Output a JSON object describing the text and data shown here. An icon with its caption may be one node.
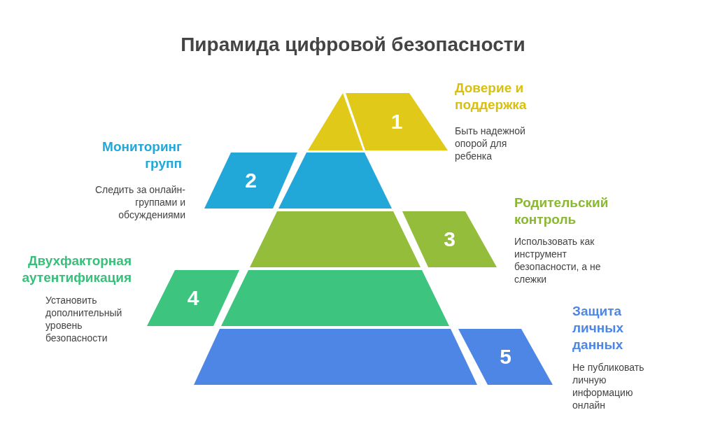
{
  "diagram": {
    "title": "Пирамида цифровой безопасности",
    "nodes": [
      {
        "text": [],
        "shape": "triangle"
      },
      {
        "text": [
          "1"
        ],
        "beside": [
          "Доверие и поддержка",
          "Быть надежной опорой для ребенка"
        ]
      },
      {
        "text": [],
        "shape": "trapezoid"
      },
      {
        "text": [
          "2"
        ],
        "beside": [
          "Мониторинг групп",
          "Следить за онлайн-группами и обсуждениями"
        ]
      },
      {
        "text": [],
        "shape": "trapezoid"
      },
      {
        "text": [
          "3"
        ],
        "beside": [
          "Родительский контроль",
          "Использовать как инструмент безопасности, а не слежки"
        ]
      },
      {
        "text": [],
        "shape": "trapezoid"
      },
      {
        "text": [
          "4"
        ],
        "beside": [
          "Двухфакторная аутентификация",
          "Установить дополнительный уровень безопасности"
        ]
      },
      {
        "text": [],
        "shape": "trapezoid"
      },
      {
        "text": [
          "5"
        ],
        "beside": [
          "Защита личных данных",
          "Не публиковать личную информацию онлайн"
        ]
      }
    ],
    "edges": []
  }
}
